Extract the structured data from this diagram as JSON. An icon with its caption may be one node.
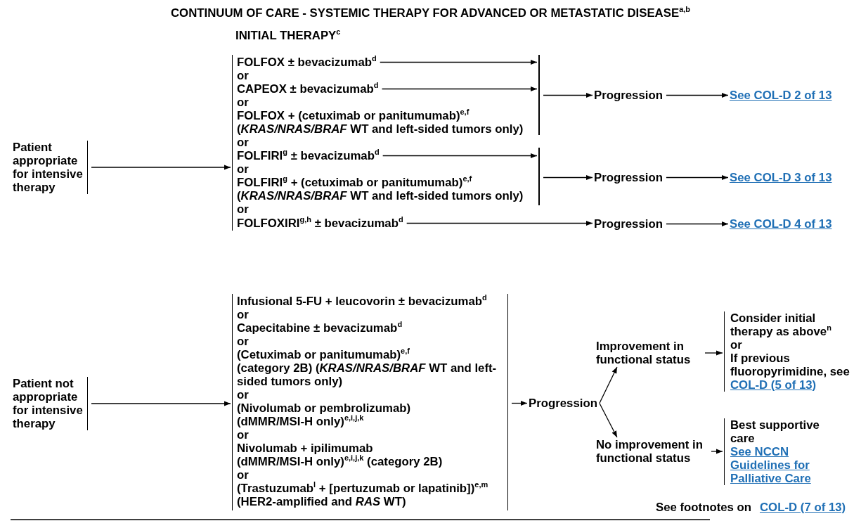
{
  "diagram": {
    "title": "CONTINUUM OF CARE - SYSTEMIC THERAPY FOR ADVANCED OR METASTATIC DISEASE$^{a,b}$",
    "nodes": [
      {
        "text": [
          "Patient appropriate for intensive therapy"
        ]
      },
      {
        "text": [],
        "shape": "bracket"
      },
      {
        "text": [
          "FOLFOX ± bevacizumab$^{d}$"
        ],
        "in": 1
      },
      {
        "text": [
          "CAPEOX ± bevacizumab$^{d}$"
        ],
        "in": 1
      },
      {
        "text": [
          "FOLFOX + (cetuximab or panitumumab)$^{e,f}$",
          "(*KRAS/NRAS/BRAF* WT and left-sided tumors only)"
        ],
        "in": 1
      },
      {
        "text": [
          "FOLFIRI$^{g}$ ± bevacizumab$^{d}$"
        ],
        "in": 1
      },
      {
        "text": [
          "FOLFIRI$^{g}$ + (cetuximab or panitumumab)$^{e,f}$",
          "(*KRAS/NRAS/BRAF* WT and left-sided tumors only)"
        ],
        "in": 1
      },
      {
        "text": [
          "FOLFOXIRI$^{g,h}$ ± bevacizumab$^{d}$"
        ],
        "in": 1
      },
      {
        "text": [],
        "shape": "bar"
      },
      {
        "text": [],
        "shape": "bar"
      },
      {
        "text": [
          "Progression"
        ]
      },
      {
        "text": [
          "Progression"
        ]
      },
      {
        "text": [
          "Progression"
        ]
      },
      {
        "text": [
          "See COL-D 2 of 13"
        ]
      },
      {
        "text": [
          "See COL-D 3 of 13"
        ]
      },
      {
        "text": [
          "See COL-D 4 of 13"
        ]
      },
      {
        "text": [
          "Patient not appropriate for intensive therapy"
        ]
      },
      {
        "text": [],
        "shape": "bracket"
      },
      {
        "text": [
          "Infusional 5-FU + leucovorin ± bevacizumab$^{d}$"
        ],
        "in": 17
      },
      {
        "text": [
          "Capecitabine ± bevacizumab$^{d}$"
        ],
        "in": 17
      },
      {
        "text": [
          "(Cetuximab or panitumumab)$^{e,f}$",
          "(category 2B) (*KRAS/NRAS/BRAF* WT and left-sided tumors only)"
        ],
        "in": 17
      },
      {
        "text": [
          "(Nivolumab or pembrolizumab)",
          "(dMMR/MSI-H only)$^{e,i,j,k}$"
        ],
        "in": 17
      },
      {
        "text": [
          "Nivolumab + ipilimumab",
          "(dMMR/MSI-H only)$^{e,i,j,k}$ (category 2B)"
        ],
        "in": 17
      },
      {
        "text": [
          "(Trastuzumab$^{l}$ + [pertuzumab or lapatinib])$^{e,m}$",
          "(HER2-amplified and *RAS* WT)"
        ],
        "in": 17
      },
      {
        "text": [
          "Progression"
        ]
      },
      {
        "text": [
          "Improvement in functional status"
        ]
      },
      {
        "text": [
          "No improvement in functional status"
        ]
      },
      {
        "text": [
          "Consider initial therapy as above$^{n}$",
          "or",
          "If previous fluoropyrimidine, see",
          "COL-D (5 of 13)"
        ]
      },
      {
        "text": [
          "Best supportive care",
          "See NCCN Guidelines for Palliative Care"
        ]
      }
    ],
    "edges": [
      {
        "from": 0,
        "to": 1,
        "arrow": "to"
      },
      {
        "from": 2,
        "to": 8,
        "arrow": "to"
      },
      {
        "from": 3,
        "to": 8,
        "arrow": "to"
      },
      {
        "from": 8,
        "to": 10,
        "arrow": "to"
      },
      {
        "from": 5,
        "to": 9,
        "arrow": "to"
      },
      {
        "from": 9,
        "to": 11,
        "arrow": "to"
      },
      {
        "from": 7,
        "to": 12,
        "arrow": "to"
      },
      {
        "from": 10,
        "to": 13,
        "arrow": "to"
      },
      {
        "from": 11,
        "to": 14,
        "arrow": "to"
      },
      {
        "from": 12,
        "to": 15,
        "arrow": "to"
      },
      {
        "from": 16,
        "to": 17,
        "arrow": "to"
      },
      {
        "from": 17,
        "to": 24,
        "arrow": "to"
      },
      {
        "from": 24,
        "to": 25,
        "arrow": "to"
      },
      {
        "from": 24,
        "to": 26,
        "arrow": "to"
      },
      {
        "from": 25,
        "to": 27,
        "arrow": "to"
      },
      {
        "from": 26,
        "to": 28,
        "arrow": "to"
      }
    ],
    "labels": [
      "INITIAL THERAPY$^{c}$",
      "or",
      "or",
      "or",
      "or",
      "or",
      "or",
      "or",
      "or",
      "or",
      "or",
      "See footnotes on",
      "COL-D (7 of 13)"
    ]
  }
}
